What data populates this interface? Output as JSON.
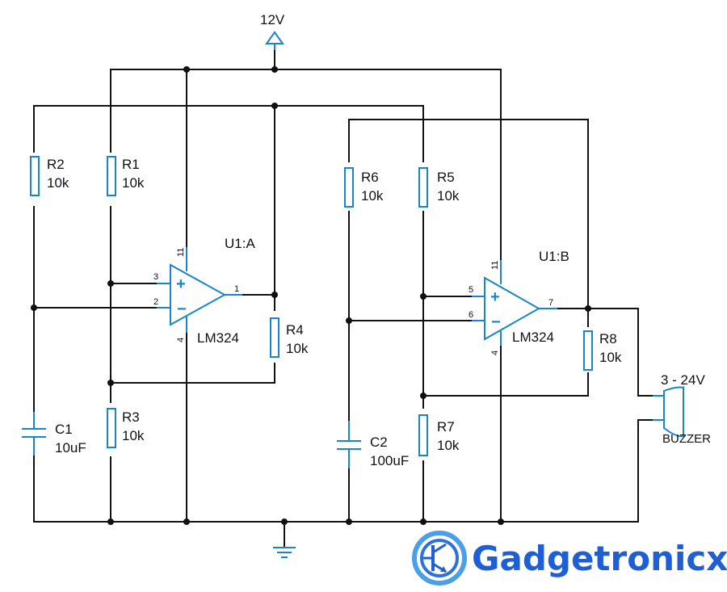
{
  "supply": {
    "label": "12V"
  },
  "components": {
    "r1": {
      "name": "R1",
      "value": "10k"
    },
    "r2": {
      "name": "R2",
      "value": "10k"
    },
    "r3": {
      "name": "R3",
      "value": "10k"
    },
    "r4": {
      "name": "R4",
      "value": "10k"
    },
    "r5": {
      "name": "R5",
      "value": "10k"
    },
    "r6": {
      "name": "R6",
      "value": "10k"
    },
    "r7": {
      "name": "R7",
      "value": "10k"
    },
    "r8": {
      "name": "R8",
      "value": "10k"
    },
    "c1": {
      "name": "C1",
      "value": "10uF"
    },
    "c2": {
      "name": "C2",
      "value": "100uF"
    }
  },
  "opamps": {
    "a": {
      "ref": "U1:A",
      "part": "LM324",
      "pins": {
        "noninv": "3",
        "inv": "2",
        "out": "1",
        "vcc": "11",
        "gnd": "4"
      },
      "signs": {
        "plus": "+",
        "minus": "−"
      }
    },
    "b": {
      "ref": "U1:B",
      "part": "LM324",
      "pins": {
        "noninv": "5",
        "inv": "6",
        "out": "7",
        "vcc": "11",
        "gnd": "4"
      },
      "signs": {
        "plus": "+",
        "minus": "−"
      }
    }
  },
  "buzzer": {
    "label": "BUZZER",
    "voltage": "3 - 24V"
  },
  "brand": {
    "name": "Gadgetronicx"
  },
  "colors": {
    "wire": "#111111",
    "component": "#1a86c8",
    "brand": "#1e5fd6"
  }
}
